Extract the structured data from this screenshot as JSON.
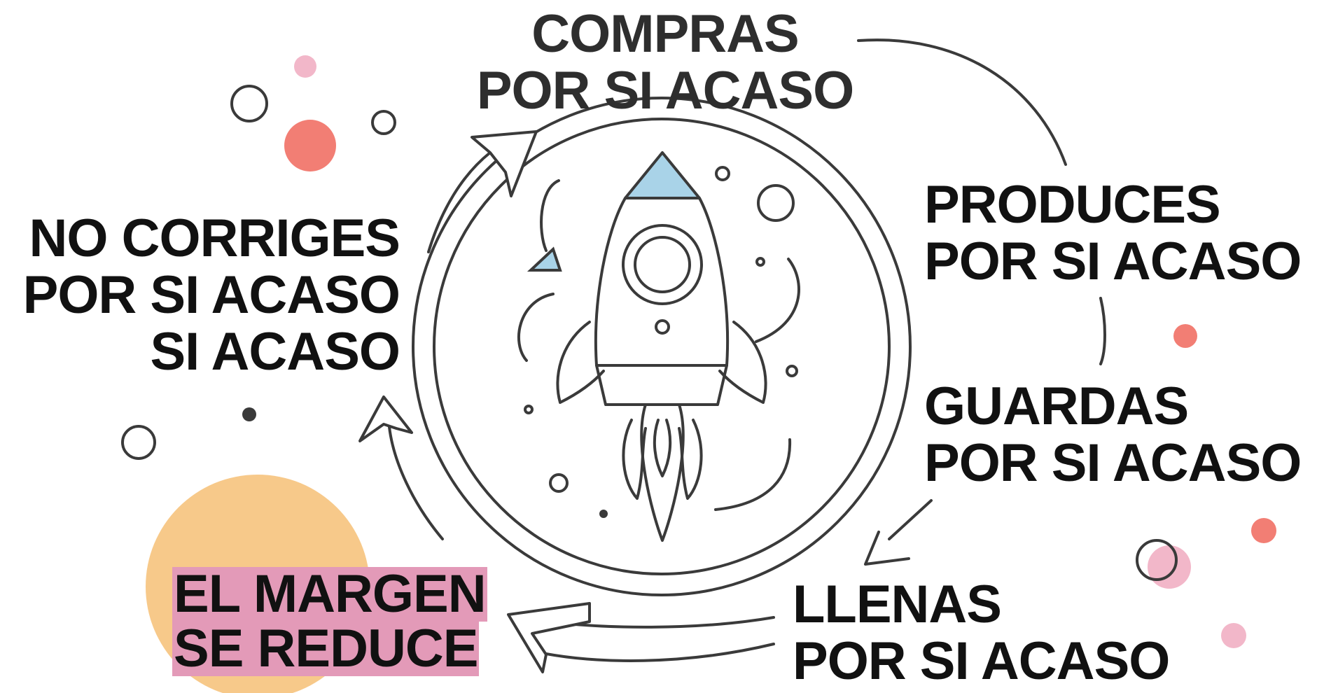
{
  "diagram": {
    "steps": [
      {
        "id": "compras",
        "lines": [
          "COMPRAS",
          "POR SI ACASO"
        ]
      },
      {
        "id": "produces",
        "lines": [
          "PRODUCES",
          "POR SI ACASO"
        ]
      },
      {
        "id": "guardas",
        "lines": [
          "GUARDAS",
          "POR SI ACASO"
        ]
      },
      {
        "id": "llenas",
        "lines": [
          "LLENAS",
          "POR SI ACASO"
        ]
      },
      {
        "id": "no-corriges",
        "lines": [
          "NO CORRIGES",
          "POR SI ACASO",
          "SI ACASO"
        ]
      }
    ],
    "outcome": {
      "lines": [
        "EL MARGEN",
        "SE REDUCE"
      ]
    },
    "central_icon": "rocket-icon"
  },
  "colors": {
    "ink": "#3a3a3a",
    "text": "#111111",
    "rocket_accent": "#a9d3e8",
    "coral": "#f27e74",
    "pink_light": "#f2b7c9",
    "peach": "#f7c98a",
    "highlight": "#e39ab8"
  }
}
